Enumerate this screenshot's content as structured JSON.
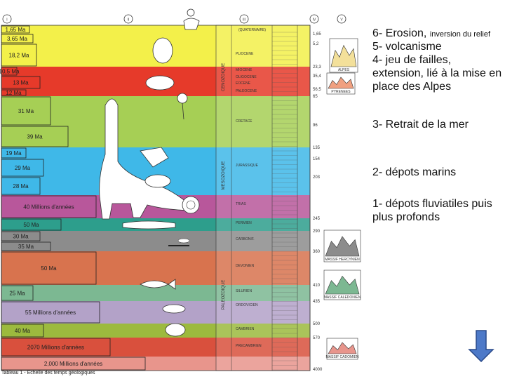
{
  "columns": [
    "I",
    "II",
    "III",
    "IV",
    "V"
  ],
  "header": {
    "quaternary": "(QUATERNAIRE)"
  },
  "bands": [
    {
      "label": "1,65 Ma",
      "color": "#f3f04a"
    },
    {
      "label": "3,65 Ma",
      "color": "#f3f04a"
    },
    {
      "label": "18,2 Ma",
      "color": "#f3f04a"
    },
    {
      "label": "10,5 Ma",
      "color": "#e63a2a"
    },
    {
      "label": "13 Ma",
      "color": "#e63a2a"
    },
    {
      "label": "12 Ma",
      "color": "#e63a2a"
    },
    {
      "label": "31 Ma",
      "color": "#a6cf55"
    },
    {
      "label": "39 Ma",
      "color": "#a6cf55"
    },
    {
      "label": "19 Ma",
      "color": "#3fb8e8"
    },
    {
      "label": "29 Ma",
      "color": "#3fb8e8"
    },
    {
      "label": "28 Ma",
      "color": "#3fb8e8"
    },
    {
      "label": "40 Millions d'années",
      "color": "#b8579b"
    },
    {
      "label": "50 Ma",
      "color": "#2d9e8c"
    },
    {
      "label": "30 Ma",
      "color": "#8c8c8c"
    },
    {
      "label": "35 Ma",
      "color": "#8c8c8c"
    },
    {
      "label": "50 Ma",
      "color": "#d8734e"
    },
    {
      "label": "25 Ma",
      "color": "#7cb892"
    },
    {
      "label": "55 Millions d'années",
      "color": "#b3a2c8"
    },
    {
      "label": "40 Ma",
      "color": "#9cba3e"
    },
    {
      "label": "2070 Millions d'années",
      "color": "#d9503d"
    },
    {
      "label": "2,000 Millions d'années",
      "color": "#e8958c"
    }
  ],
  "epochs": [
    "PLIOCENE",
    "MIOCENE",
    "OLIGOCENE",
    "EOCENE",
    "PALEOCENE",
    "CRETACE",
    "JURASSIQUE",
    "TRIAS",
    "PERMIEN",
    "CARBONIF.",
    "DEVONIEN",
    "SILURIEN",
    "ORDOVICIEN",
    "CAMBRIEN",
    "PRECAMBRIEN"
  ],
  "eras": [
    "CENOZOIQUE",
    "MESOZOIQUE",
    "PALEOZOIQUE"
  ],
  "ma_ticks": [
    "1,65",
    "5,2",
    "23,3",
    "35,4",
    "56,5",
    "65",
    "96",
    "135",
    "154",
    "203",
    "245",
    "290",
    "360",
    "410",
    "435",
    "500",
    "570",
    "4000"
  ],
  "mountain_labels": [
    "ALPES",
    "PYRENEES",
    "MASSIF HERCYNIEN",
    "MASSIF CALEDONIEN",
    "MASSIF CADOMIEN"
  ],
  "notes": {
    "n1_main": "6- Erosion,",
    "n1_small": "inversion du relief",
    "n2": "5- volcanisme",
    "n3": "4- jeu de failles, extension, lié à la mise en place des Alpes",
    "n4": "3- Retrait de la mer",
    "n5": "2- dépots marins",
    "n6": "1- dépots fluviatiles puis plus profonds"
  },
  "caption": "Tableau 1 - Echelle des temps géologiques",
  "colors": {
    "arrow_fill": "#4d79c8",
    "arrow_stroke": "#2a4a8a"
  }
}
